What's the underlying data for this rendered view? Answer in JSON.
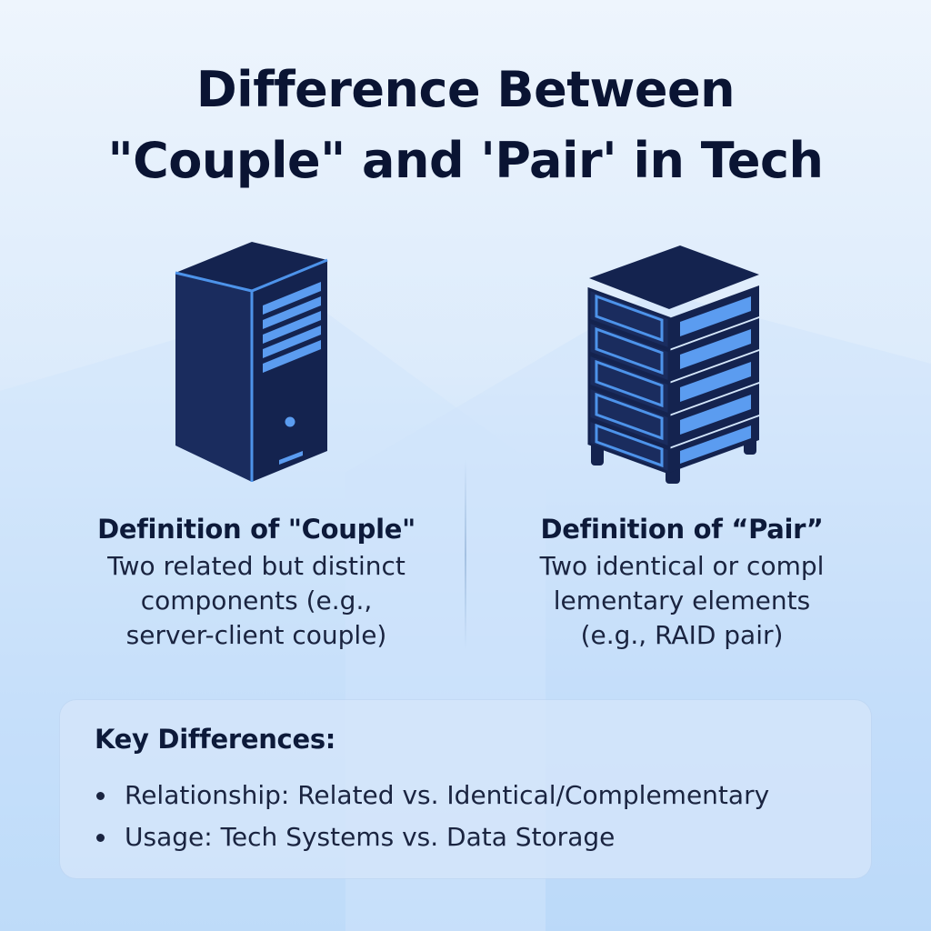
{
  "title": {
    "line1": "Difference Between",
    "line2": "\"Couple\" and 'Pair' in Tech"
  },
  "couple": {
    "icon": "tower-server-icon",
    "heading": "Definition of \"Couple\"",
    "description_lines": [
      "Two related but distinct",
      "components (e.g.,",
      "server-client couple)"
    ]
  },
  "pair": {
    "icon": "rack-server-icon",
    "heading": "Definition of “Pair”",
    "description_lines": [
      "Two identical or compl",
      "lementary elements",
      "(e.g., RAID pair)"
    ]
  },
  "key_differences": {
    "heading": "Key Differences:",
    "items": [
      "Relationship: Related vs. Identical/Complementary",
      "Usage: Tech Systems vs. Data Storage"
    ]
  },
  "colors": {
    "icon_dark": "#14234f",
    "icon_accent": "#4d93ea",
    "text_dark": "#0a1433"
  }
}
